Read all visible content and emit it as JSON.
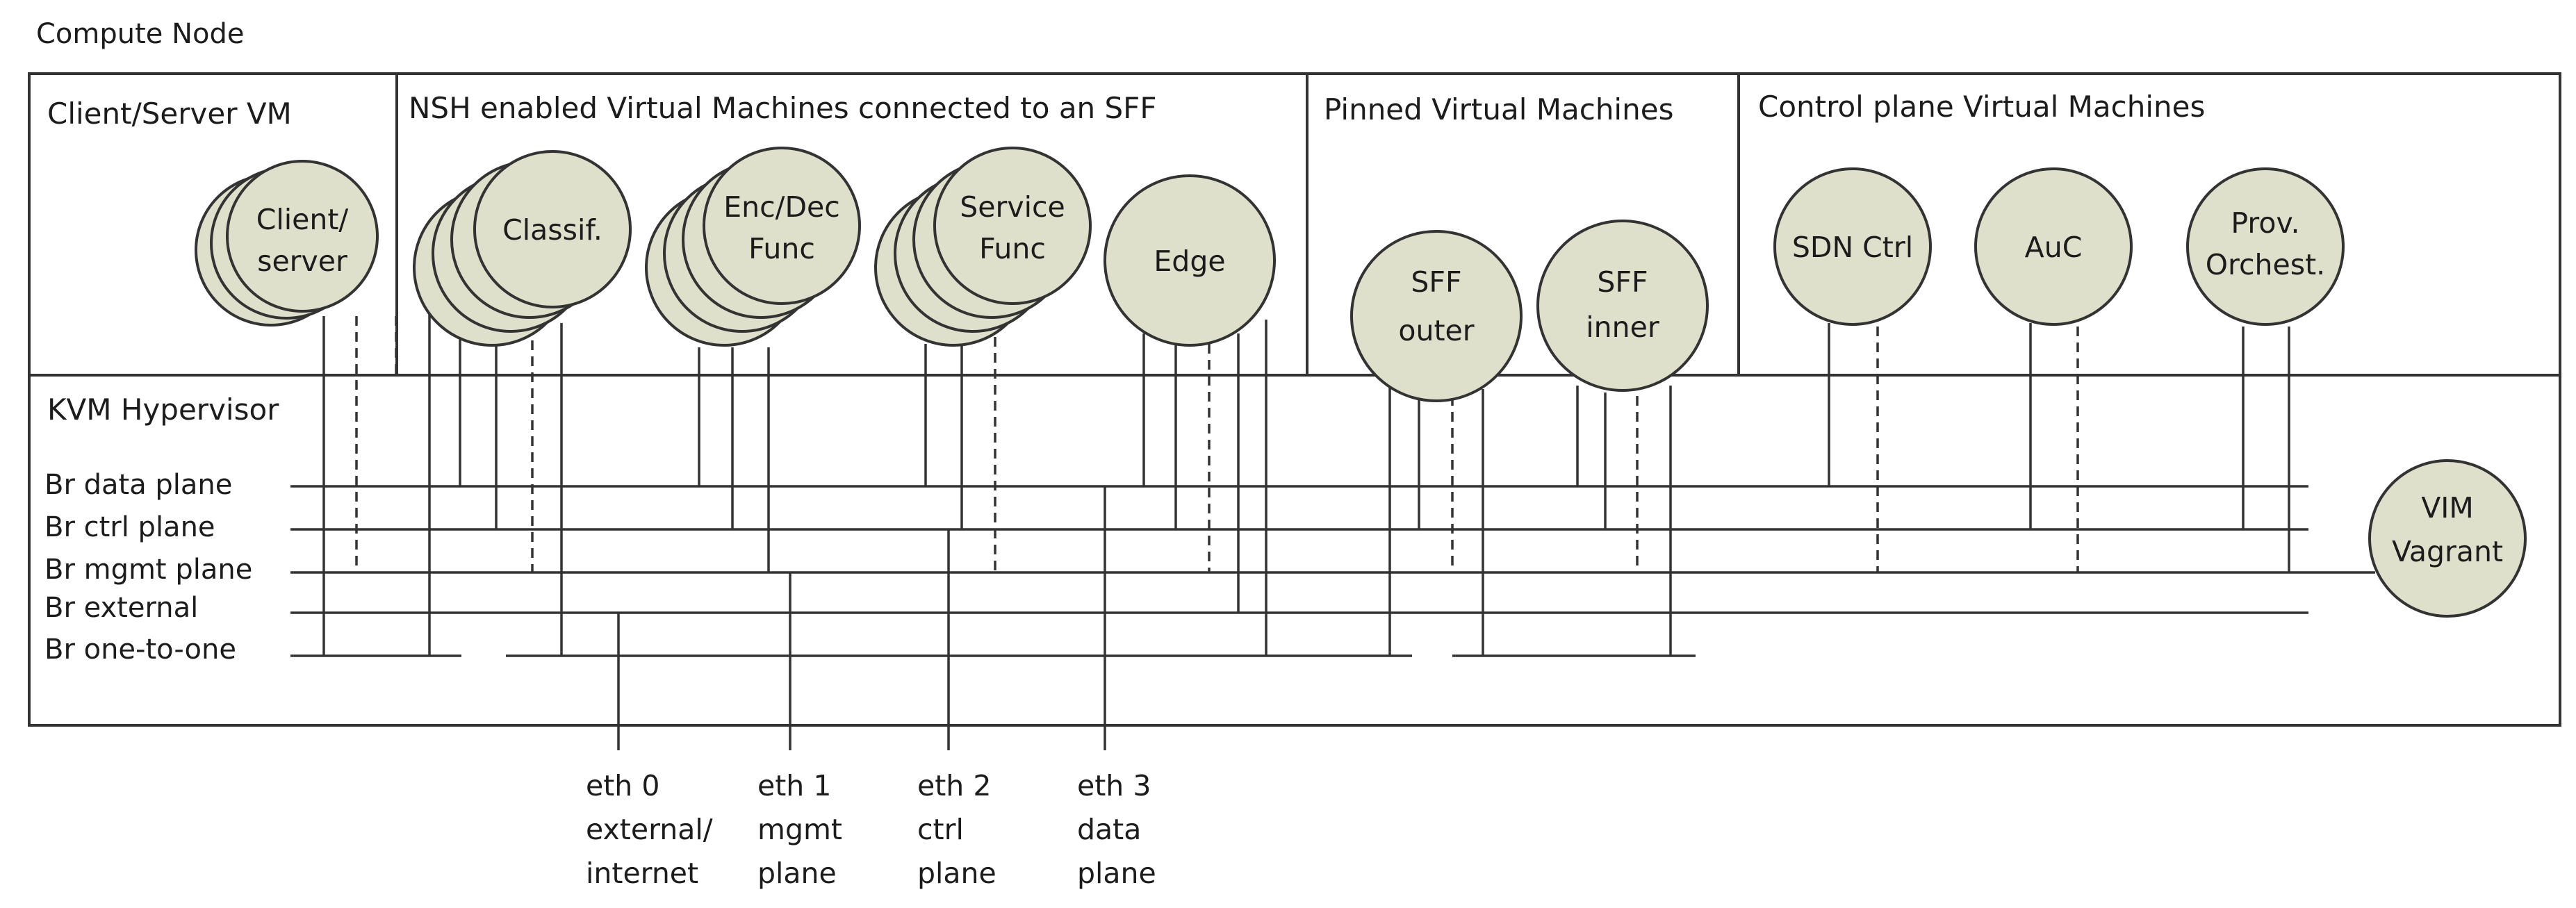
{
  "title": "Compute Node",
  "sections": {
    "client_server_vm": "Client/Server VM",
    "nsh_vms": "NSH enabled Virtual Machines connected to an SFF",
    "pinned_vms": "Pinned Virtual Machines",
    "control_plane_vms": "Control plane Virtual Machines",
    "hypervisor": "KVM Hypervisor"
  },
  "vms": {
    "client_server": [
      "Client/",
      "server"
    ],
    "classifier": [
      "Classif."
    ],
    "enc_dec": [
      "Enc/Dec",
      "Func"
    ],
    "service_func": [
      "Service",
      "Func"
    ],
    "edge": [
      "Edge"
    ],
    "sff_outer": [
      "SFF",
      "outer"
    ],
    "sff_inner": [
      "SFF",
      "inner"
    ],
    "sdn_ctrl": [
      "SDN Ctrl"
    ],
    "auc": [
      "AuC"
    ],
    "prov_orchest": [
      "Prov.",
      "Orchest."
    ],
    "vim_vagrant": [
      "VIM",
      "Vagrant"
    ]
  },
  "bridges": [
    "Br data plane",
    "Br ctrl plane",
    "Br mgmt plane",
    "Br external",
    "Br one-to-one"
  ],
  "eth_ports": [
    {
      "name": "eth 0",
      "line2": "external/",
      "line3": "internet"
    },
    {
      "name": "eth 1",
      "line2": "mgmt",
      "line3": "plane"
    },
    {
      "name": "eth 2",
      "line2": "ctrl",
      "line3": "plane"
    },
    {
      "name": "eth 3",
      "line2": "data",
      "line3": "plane"
    }
  ]
}
